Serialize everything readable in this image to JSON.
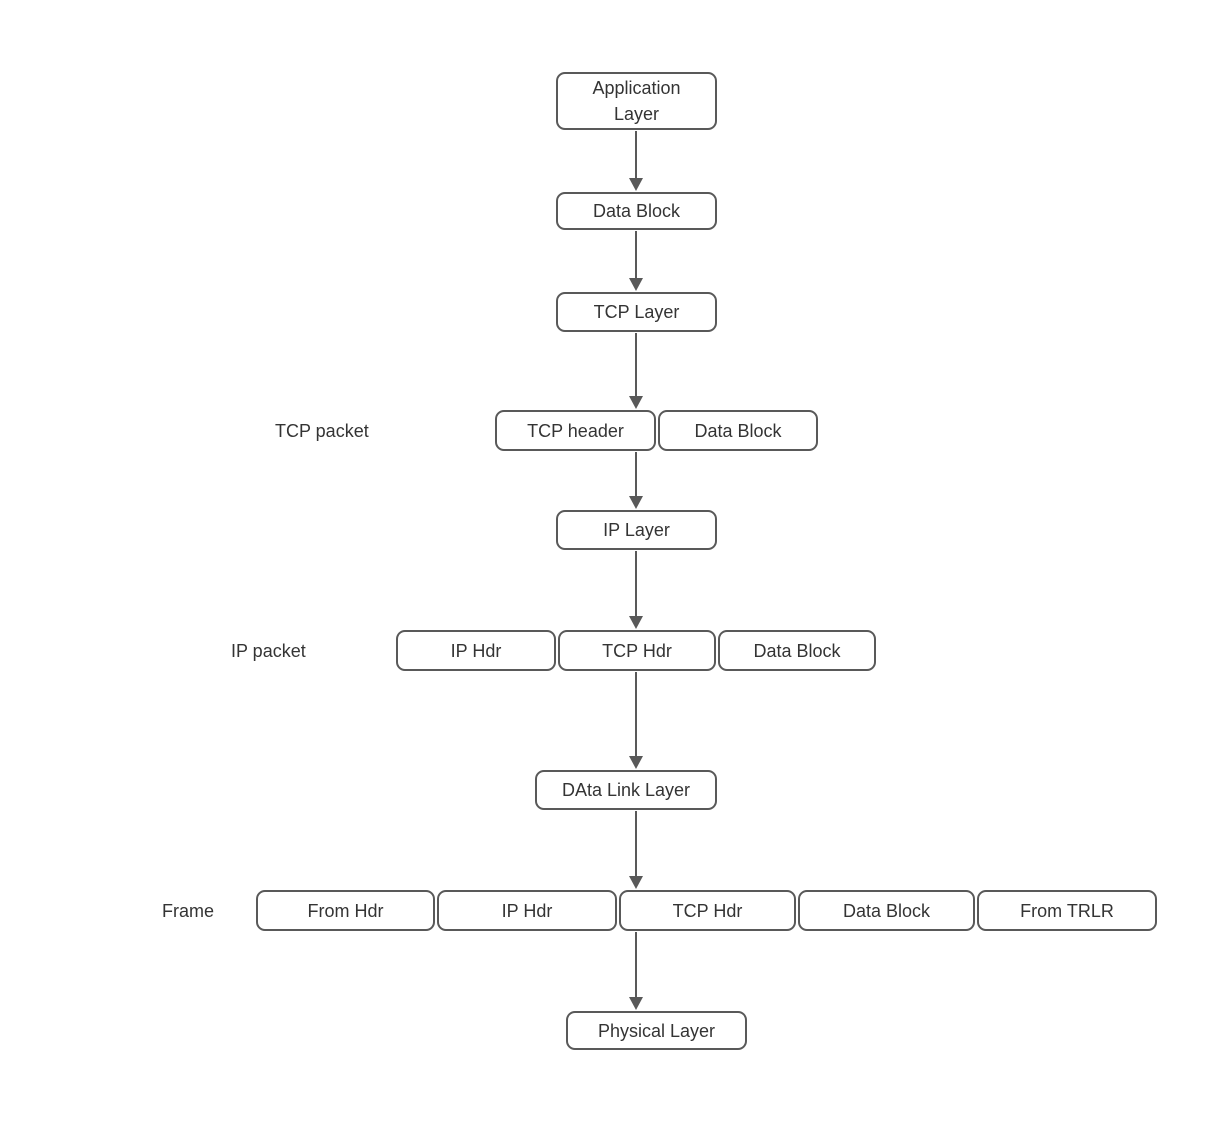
{
  "colors": {
    "border": "#595959",
    "text": "#343434",
    "arrow": "#595959",
    "background": "#ffffff"
  },
  "stack": {
    "application_layer": "Application Layer",
    "data_block": "Data Block",
    "tcp_layer": "TCP Layer",
    "ip_layer": "IP Layer",
    "data_link_layer": "DAta Link Layer",
    "physical_layer": "Physical Layer"
  },
  "rows": {
    "tcp_packet": {
      "label": "TCP packet",
      "cells": [
        "TCP header",
        "Data Block"
      ]
    },
    "ip_packet": {
      "label": "IP packet",
      "cells": [
        "IP Hdr",
        "TCP Hdr",
        "Data Block"
      ]
    },
    "frame": {
      "label": "Frame",
      "cells": [
        "From Hdr",
        "IP Hdr",
        "TCP Hdr",
        "Data Block",
        "From TRLR"
      ]
    }
  },
  "edges": [
    {
      "from": "application_layer",
      "to": "data_block"
    },
    {
      "from": "data_block",
      "to": "tcp_layer"
    },
    {
      "from": "tcp_layer",
      "to": "tcp_packet.tcp_header"
    },
    {
      "from": "tcp_packet.tcp_header",
      "to": "ip_layer"
    },
    {
      "from": "ip_layer",
      "to": "ip_packet.tcp_hdr"
    },
    {
      "from": "ip_packet.tcp_hdr",
      "to": "data_link_layer"
    },
    {
      "from": "data_link_layer",
      "to": "frame.tcp_hdr"
    },
    {
      "from": "frame.tcp_hdr",
      "to": "physical_layer"
    }
  ]
}
